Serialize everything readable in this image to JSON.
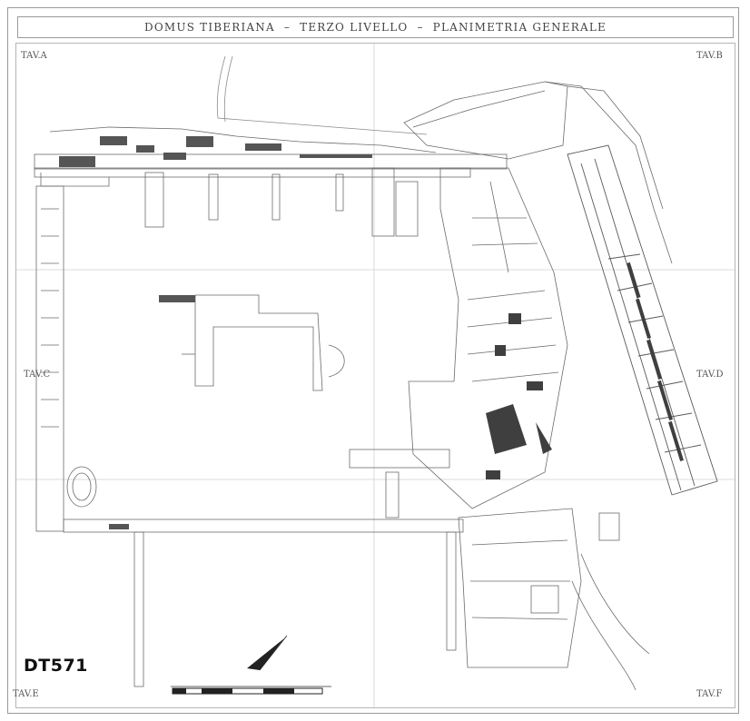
{
  "title": "DOMUS TIBERIANA  –  TERZO LIVELLO  –  PLANIMETRIA GENERALE",
  "sheets": {
    "a": "TAV.A",
    "b": "TAV.B",
    "c": "TAV.C",
    "d": "TAV.D",
    "e": "TAV.E",
    "f": "TAV.F"
  },
  "drawing_code": "DT571",
  "colors": {
    "line": "#6b6b6b",
    "dark_fill": "#4a4a4a",
    "grid": "#c8c8c8",
    "border": "#9a9a9a"
  },
  "icons": {
    "north_arrow": "north-arrow-icon",
    "scale_bar": "scale-bar-icon"
  }
}
